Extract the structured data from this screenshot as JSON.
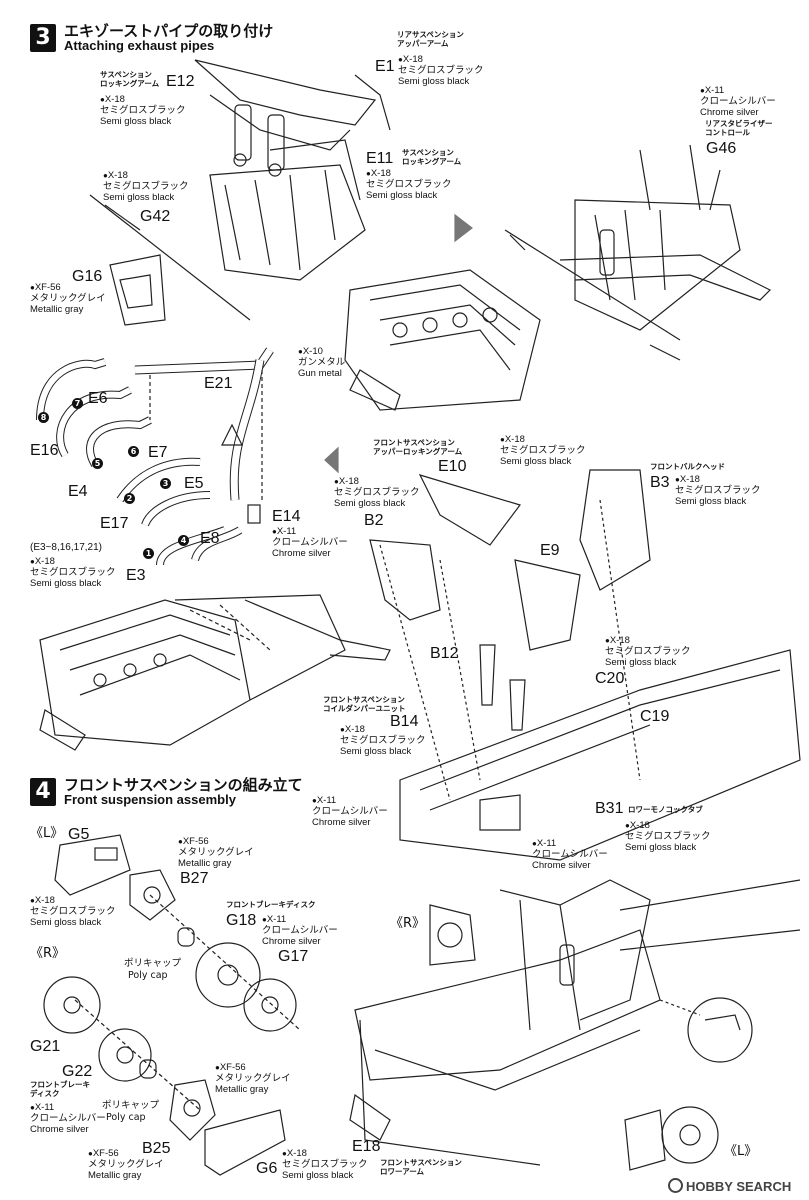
{
  "step3": {
    "number": "3",
    "title_ja": "エキゾーストパイプの取り付け",
    "title_en": "Attaching exhaust pipes"
  },
  "step4": {
    "number": "4",
    "title_ja": "フロントサスペンションの組み立て",
    "title_en": "Front suspension assembly"
  },
  "parts": {
    "E1": "E1",
    "E12": "E12",
    "E11": "E11",
    "G42": "G42",
    "G16": "G16",
    "G46": "G46",
    "E21": "E21",
    "E6": "E6",
    "E16": "E16",
    "E7": "E7",
    "E4": "E4",
    "E5": "E5",
    "E17": "E17",
    "E8": "E8",
    "E3": "E3",
    "E14": "E14",
    "E10": "E10",
    "B3": "B3",
    "B2": "B2",
    "E9": "E9",
    "B12": "B12",
    "C20": "C20",
    "C19": "C19",
    "B14": "B14",
    "B31": "B31",
    "G5": "G5",
    "B27": "B27",
    "G18": "G18",
    "G17": "G17",
    "G21": "G21",
    "G22": "G22",
    "B25": "B25",
    "G6": "G6",
    "E18": "E18"
  },
  "small_labels": {
    "rear_upper_arm": "リアサスペンション\nアッパーアーム",
    "rocking_arm_1": "サスペンション\nロッキングアーム",
    "rocking_arm_2": "サスペンション\nロッキングアーム",
    "rear_stabilizer": "リアスタビライザー\nコントロール",
    "front_upper_rocking": "フロントサスペンション\nアッパーロッキングアーム",
    "front_bulkhead": "フロントバルクヘッド",
    "front_coil_damper": "フロントサスペンション\nコイルダンパーユニット",
    "lower_monocoque": "ロワーモノコックタブ",
    "front_brake_disc": "フロントブレーキディスク",
    "front_brake_disc_2": "フロントブレーキ\nディスク",
    "front_lower_arm": "フロントサスペンション\nロワーアーム",
    "poly_cap_1": "ポリキャップ",
    "poly_cap_1_en": "Poly cap",
    "poly_cap_2": "ポリキャップ",
    "poly_cap_2_en": "Poly cap",
    "applies_to": "(E3~8,16,17,21)",
    "side_L1": "《L》",
    "side_R1": "《R》",
    "side_R2": "《R》",
    "side_L2": "《L》"
  },
  "paint_notes": {
    "n_e1": {
      "code": "X-18",
      "ja": "セミグロスブラック",
      "en": "Semi gloss black"
    },
    "n_e12": {
      "code": "X-18",
      "ja": "セミグロスブラック",
      "en": "Semi gloss black"
    },
    "n_e11": {
      "code": "X-18",
      "ja": "セミグロスブラック",
      "en": "Semi gloss black"
    },
    "n_g42": {
      "code": "X-18",
      "ja": "セミグロスブラック",
      "en": "Semi gloss black"
    },
    "n_g16": {
      "code": "XF-56",
      "ja": "メタリックグレイ",
      "en": "Metallic gray"
    },
    "n_g46": {
      "code": "X-11",
      "ja": "クロームシルバー",
      "en": "Chrome silver"
    },
    "n_engine": {
      "code": "X-10",
      "ja": "ガンメタル",
      "en": "Gun metal"
    },
    "n_e14": {
      "code": "X-11",
      "ja": "クロームシルバー",
      "en": "Chrome silver"
    },
    "n_e3": {
      "code": "X-18",
      "ja": "セミグロスブラック",
      "en": "Semi gloss black"
    },
    "n_e10": {
      "code": "X-18",
      "ja": "セミグロスブラック",
      "en": "Semi gloss black"
    },
    "n_b3": {
      "code": "X-18",
      "ja": "セミグロスブラック",
      "en": "Semi gloss black"
    },
    "n_b2": {
      "code": "X-18",
      "ja": "セミグロスブラック",
      "en": "Semi gloss black"
    },
    "n_c20": {
      "code": "X-18",
      "ja": "セミグロスブラック",
      "en": "Semi gloss black"
    },
    "n_b14": {
      "code": "X-18",
      "ja": "セミグロスブラック",
      "en": "Semi gloss black"
    },
    "n_tub": {
      "code": "X-11",
      "ja": "クロームシルバー",
      "en": "Chrome silver"
    },
    "n_damper": {
      "code": "X-11",
      "ja": "クロームシルバー",
      "en": "Chrome silver"
    },
    "n_b31": {
      "code": "X-18",
      "ja": "セミグロスブラック",
      "en": "Semi gloss black"
    },
    "n_g5": {
      "code": "XF-56",
      "ja": "メタリックグレイ",
      "en": "Metallic gray"
    },
    "n_g5b": {
      "code": "X-18",
      "ja": "セミグロスブラック",
      "en": "Semi gloss black"
    },
    "n_g18": {
      "code": "X-11",
      "ja": "クロームシルバー",
      "en": "Chrome silver"
    },
    "n_g22": {
      "code": "X-11",
      "ja": "クロームシルバー",
      "en": "Chrome silver"
    },
    "n_b25gray": {
      "code": "XF-56",
      "ja": "メタリックグレイ",
      "en": "Metallic gray"
    },
    "n_b25": {
      "code": "XF-56",
      "ja": "メタリックグレイ",
      "en": "Metallic gray"
    },
    "n_g6": {
      "code": "X-18",
      "ja": "セミグロスブラック",
      "en": "Semi gloss black"
    }
  },
  "watermark": "HOBBY SEARCH"
}
